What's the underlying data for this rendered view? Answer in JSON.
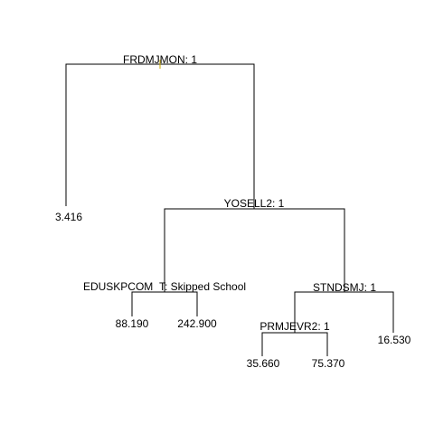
{
  "tree": {
    "splits": [
      {
        "id": "root",
        "label": "FRDMJMON: 1"
      },
      {
        "id": "yosell",
        "label": "YOSELL2: 1"
      },
      {
        "id": "eduskp",
        "label": "EDUSKPCOM_T: Skipped School"
      },
      {
        "id": "stndsmj",
        "label": "STNDSMJ: 1"
      },
      {
        "id": "prmjevr",
        "label": "PRMJEVR2: 1"
      }
    ],
    "leaves": [
      {
        "id": "leaf-1",
        "value": "3.416"
      },
      {
        "id": "leaf-2",
        "value": "88.190"
      },
      {
        "id": "leaf-3",
        "value": "242.900"
      },
      {
        "id": "leaf-4",
        "value": "35.660"
      },
      {
        "id": "leaf-5",
        "value": "75.370"
      },
      {
        "id": "leaf-6",
        "value": "16.530"
      }
    ]
  }
}
